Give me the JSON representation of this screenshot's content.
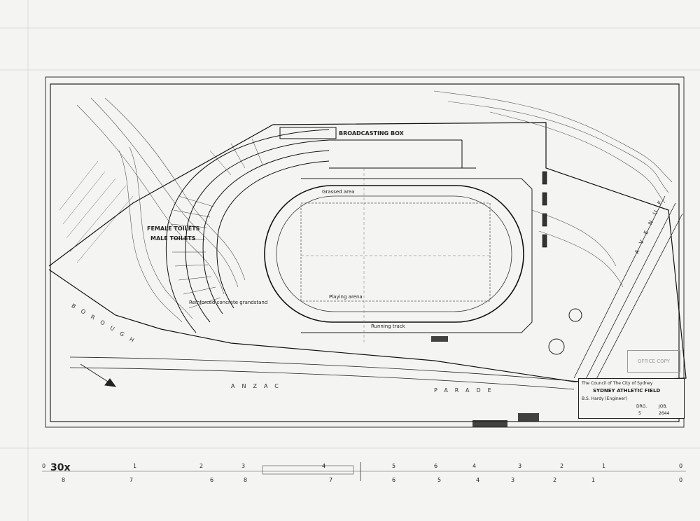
{
  "drawing": {
    "broadcasting_box": "BROADCASTING BOX",
    "female_toilets": "FEMALE TOILETS",
    "male_toilets": "MALE TOILETS",
    "grandstand_note": "Reinforced concrete grandstand",
    "arena_note": "Playing arena",
    "track_note": "Running track",
    "field_note": "Grassed area"
  },
  "roads": {
    "anzac": "ANZAC",
    "parade": "PARADE",
    "avenue": "AVENUE",
    "borough": "BOROUGH"
  },
  "title_block": {
    "council": "The Council of The City of Sydney",
    "project": "SYDNEY ATHLETIC FIELD",
    "engineer": "B.S. Hardy (Engineer)",
    "drg_label": "DRG.",
    "drg_no": "5",
    "job_label": "JOB.",
    "job_no": "2644"
  },
  "stamp": "OFFICE COPY",
  "scale": {
    "marker": "30x",
    "ticks_top": [
      "0",
      "1",
      "2",
      "3",
      "4",
      "5",
      "6",
      "4",
      "3",
      "2",
      "1",
      "0"
    ],
    "ticks_bottom": [
      "8",
      "7",
      "6",
      "8",
      "7",
      "6",
      "5",
      "4",
      "3",
      "2",
      "1",
      "0"
    ]
  }
}
